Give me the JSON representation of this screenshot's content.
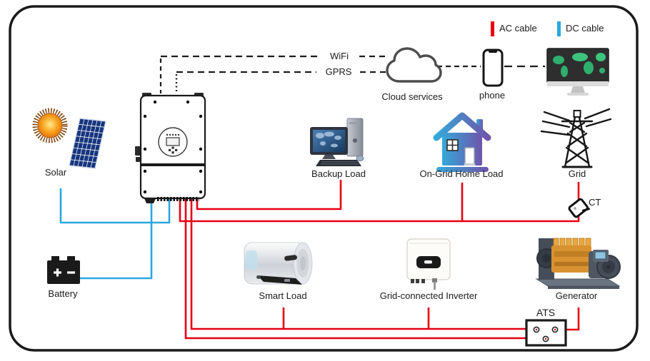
{
  "legend": {
    "ac": {
      "label": "AC cable",
      "color": "#e60012"
    },
    "dc": {
      "label": "DC cable",
      "color": "#2aa7df"
    }
  },
  "links": {
    "wifi": "WiFi",
    "gprs": "GPRS"
  },
  "nodes": {
    "solar": {
      "label": "Solar"
    },
    "battery": {
      "label": "Battery"
    },
    "backup_load": {
      "label": "Backup Load"
    },
    "ongrid_home_load": {
      "label": "On-Grid Home Load"
    },
    "grid": {
      "label": "Grid"
    },
    "ct": {
      "label": "CT"
    },
    "cloud": {
      "label": "Cloud services"
    },
    "phone": {
      "label": "phone"
    },
    "smart_load": {
      "label": "Smart Load"
    },
    "grid_connected_inverter": {
      "label": "Grid-connected Inverter"
    },
    "generator": {
      "label": "Generator"
    },
    "ats": {
      "label": "ATS"
    }
  },
  "connections": [
    {
      "from": "Inverter",
      "to": "Backup Load",
      "cable": "AC"
    },
    {
      "from": "Inverter",
      "to": "On-Grid Home Load",
      "cable": "AC"
    },
    {
      "from": "Inverter",
      "to": "Grid",
      "cable": "AC",
      "via": "CT"
    },
    {
      "from": "Inverter",
      "to": "Smart Load",
      "cable": "AC"
    },
    {
      "from": "Inverter",
      "to": "Grid-connected Inverter",
      "cable": "AC"
    },
    {
      "from": "Inverter",
      "to": "ATS",
      "cable": "AC"
    },
    {
      "from": "Generator",
      "to": "ATS",
      "cable": "AC"
    },
    {
      "from": "Solar",
      "to": "Inverter",
      "cable": "DC"
    },
    {
      "from": "Battery",
      "to": "Inverter",
      "cable": "DC"
    },
    {
      "from": "Inverter",
      "to": "Cloud services",
      "link": "WiFi"
    },
    {
      "from": "Inverter",
      "to": "Cloud services",
      "link": "GPRS"
    },
    {
      "from": "Cloud services",
      "to": "phone",
      "link": "dashed"
    },
    {
      "from": "phone",
      "to": "monitor",
      "link": "dashed"
    }
  ]
}
